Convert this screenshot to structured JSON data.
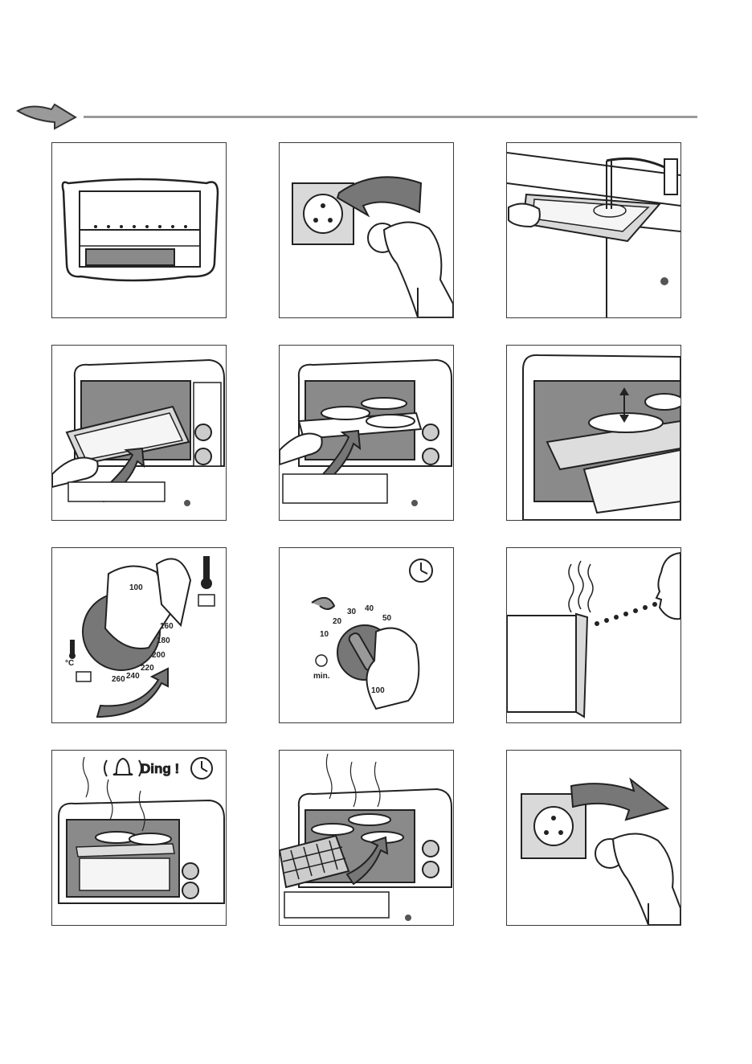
{
  "page": {
    "background": "#ffffff"
  },
  "colors": {
    "line": "#222222",
    "gray": "#8a8a8a",
    "light": "#d9d9d9",
    "dark": "#555555"
  },
  "header": {
    "icon": "arrow-icon"
  },
  "steps": [
    {
      "id": "step-1",
      "scene": "oven-interior-diagram",
      "icons": []
    },
    {
      "id": "step-2",
      "scene": "plug-into-socket",
      "icons": [
        "curved-arrow-icon"
      ]
    },
    {
      "id": "step-3",
      "scene": "fill-tray-with-water",
      "icons": []
    },
    {
      "id": "step-4",
      "scene": "insert-tray",
      "icons": [
        "curved-arrow-icon"
      ]
    },
    {
      "id": "step-5",
      "scene": "place-food-on-rack",
      "icons": [
        "curved-arrow-icon"
      ]
    },
    {
      "id": "step-6",
      "scene": "food-height-on-rack",
      "icons": [
        "double-arrow-icon"
      ]
    },
    {
      "id": "step-7",
      "scene": "set-temperature",
      "dial_labels": [
        "100",
        "160",
        "180",
        "200",
        "220",
        "240",
        "260"
      ],
      "unit_label": "°C",
      "icons": [
        "thermometer-icon",
        "oven-mode-icon",
        "curved-arrow-icon"
      ]
    },
    {
      "id": "step-8",
      "scene": "set-timer",
      "dial_labels": [
        "10",
        "20",
        "30",
        "40",
        "50",
        "100"
      ],
      "unit_label": "min.",
      "icons": [
        "clock-icon",
        "timer-icon",
        "curved-arrow-icon"
      ]
    },
    {
      "id": "step-9",
      "scene": "watch-cooking",
      "icons": [
        "steam-icon",
        "eye-icon"
      ]
    },
    {
      "id": "step-10",
      "scene": "ding-end-of-cooking",
      "ding_text": "Ding !",
      "icons": [
        "bell-icon",
        "clock-icon",
        "steam-icon"
      ]
    },
    {
      "id": "step-11",
      "scene": "remove-food-with-mitt",
      "icons": [
        "curved-arrow-icon"
      ]
    },
    {
      "id": "step-12",
      "scene": "unplug",
      "icons": [
        "curved-arrow-icon"
      ]
    }
  ]
}
